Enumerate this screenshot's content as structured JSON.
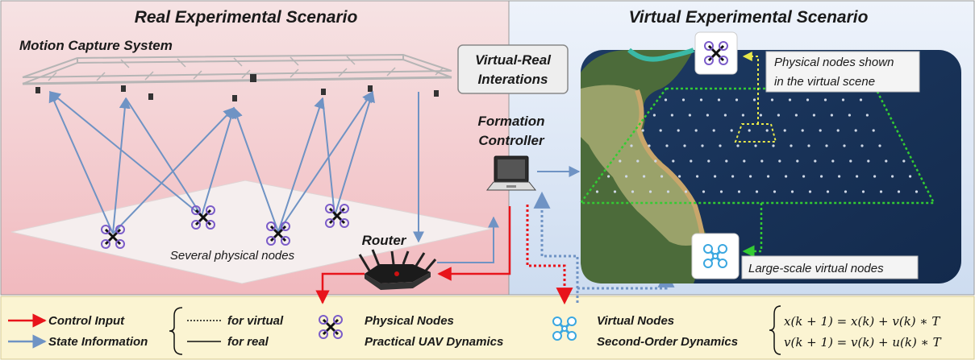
{
  "real_panel": {
    "title": "Real Experimental Scenario",
    "motion_capture": "Motion Capture System",
    "physical_nodes_label": "Several physical nodes",
    "router": "Router"
  },
  "middle": {
    "virtual_real_line1": "Virtual-Real",
    "virtual_real_line2": "Interations",
    "formation_line1": "Formation",
    "formation_line2": "Controller"
  },
  "virtual_panel": {
    "title": "Virtual Experimental Scenario",
    "callout_line1": "Physical nodes shown",
    "callout_line2": "in the virtual scene",
    "large_scale": "Large-scale virtual nodes"
  },
  "legend": {
    "control_input": "Control Input",
    "state_information": "State Information",
    "for_virtual": "for virtual",
    "for_real": "for real",
    "physical_nodes": "Physical Nodes",
    "practical_dynamics": "Practical UAV Dynamics",
    "virtual_nodes": "Virtual Nodes",
    "second_order": "Second-Order Dynamics",
    "eq1": "x(k + 1) = x(k) + v(k) ∗ T",
    "eq2": "v(k + 1) = v(k) + u(k) ∗ T"
  },
  "colors": {
    "control": "#e8141b",
    "state": "#6f93c4",
    "real_bg": "#f4c9cc",
    "virtual_bg": "#dce8f6",
    "legend_bg": "#fbf4d2",
    "physical_drone": "#7b5cc9",
    "virtual_drone": "#3aa7e0",
    "formation_green": "#33cc33",
    "callout_yellow": "#e8e84a"
  },
  "icons": [
    "motion-capture-truss",
    "drone-icon",
    "laptop-icon",
    "router-icon"
  ]
}
